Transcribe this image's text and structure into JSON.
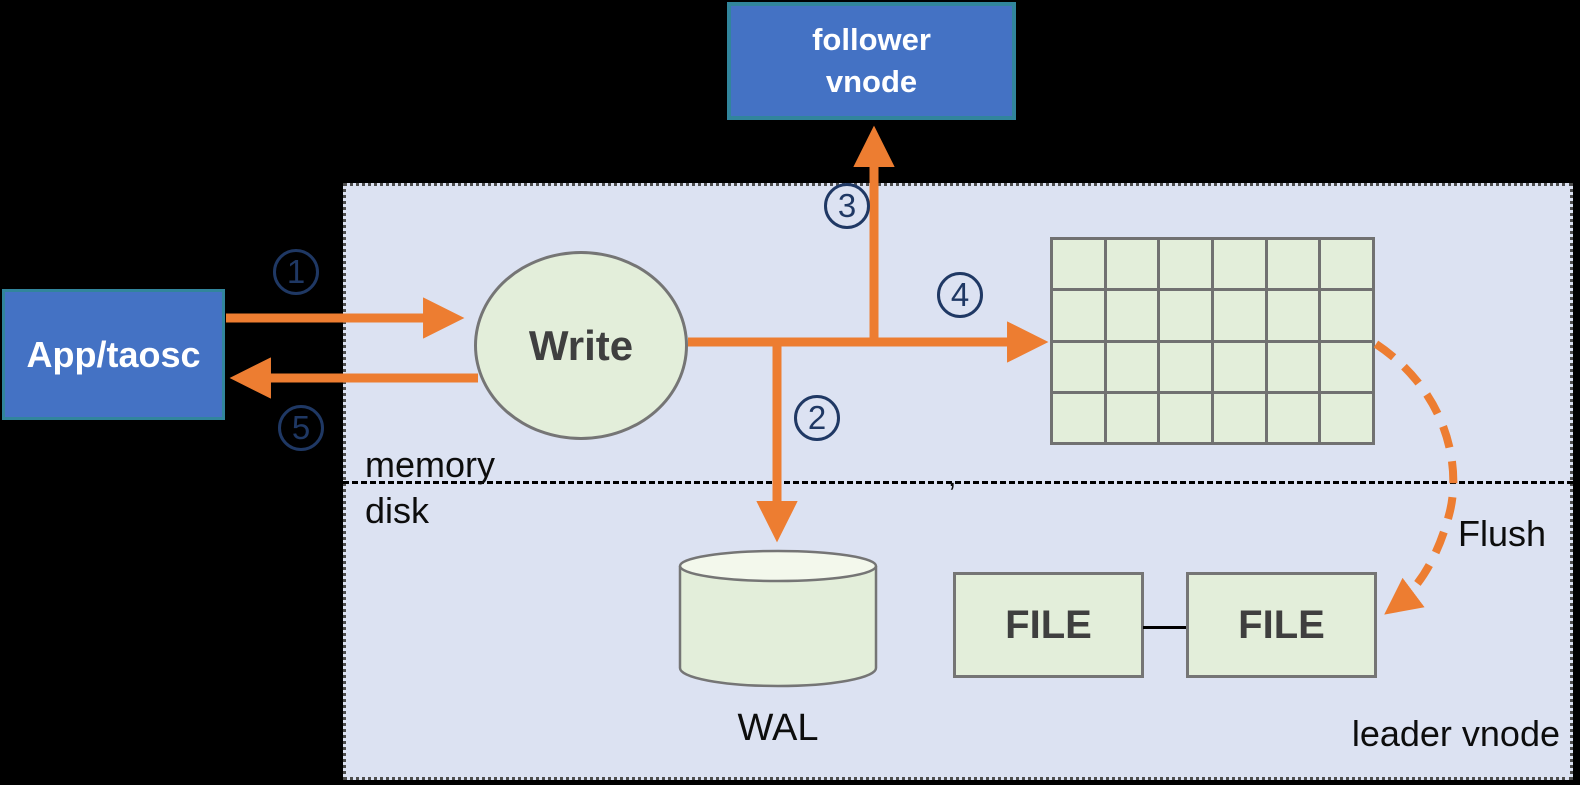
{
  "colors": {
    "bg": "#000000",
    "blue": "#4472C4",
    "teal": "#31859C",
    "lavender": "#DCE2F2",
    "green": "#E3EEDA",
    "greenlight": "#F3F8EC",
    "grayline": "#757575",
    "orange": "#ED7D31",
    "navy": "#1F3864",
    "darktext": "#3F3F3F"
  },
  "nodes": {
    "app": {
      "label": "App/taosc"
    },
    "follower": {
      "line1": "follower",
      "line2": "vnode"
    },
    "write": {
      "label": "Write"
    },
    "wal": {
      "label": "WAL"
    },
    "file_left": {
      "label": "FILE"
    },
    "file_right": {
      "label": "FILE"
    }
  },
  "grid": {
    "rows": 4,
    "cols": 6
  },
  "labels": {
    "memory": "memory",
    "disk": "disk",
    "leader_vnode": "leader vnode",
    "flush": "Flush",
    "stray_mark": ","
  },
  "steps": [
    "1",
    "2",
    "3",
    "4",
    "5"
  ]
}
